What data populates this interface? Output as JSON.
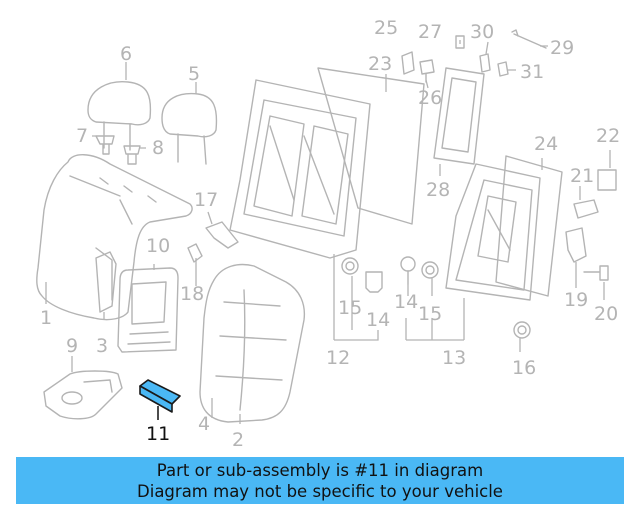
{
  "callouts": [
    "1",
    "2",
    "3",
    "4",
    "5",
    "6",
    "7",
    "8",
    "9",
    "10",
    "11",
    "12",
    "13",
    "14",
    "14",
    "15",
    "15",
    "16",
    "17",
    "18",
    "19",
    "20",
    "21",
    "22",
    "23",
    "24",
    "25",
    "26",
    "27",
    "28",
    "29",
    "30",
    "31"
  ],
  "highlighted_part": "11",
  "colors": {
    "banner": "#4ab8f5",
    "line_art": "#b4b4b4",
    "highlight": "#4ab8f5"
  },
  "banner": {
    "line1": "Part or sub-assembly is #11 in diagram",
    "line2": "Diagram may not be specific to your vehicle"
  }
}
